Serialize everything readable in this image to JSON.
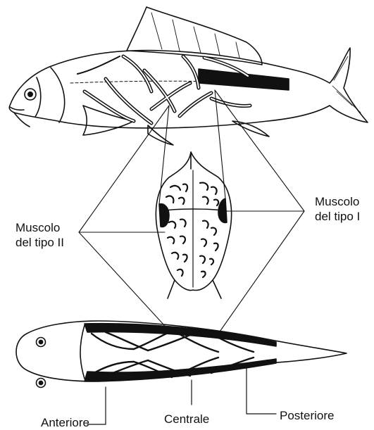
{
  "labels": {
    "type2_line1": "Muscolo",
    "type2_line2": "del tipo II",
    "type1_line1": "Muscolo",
    "type1_line2": "del tipo I",
    "anterior": "Anteriore",
    "central": "Centrale",
    "posterior": "Posteriore"
  }
}
